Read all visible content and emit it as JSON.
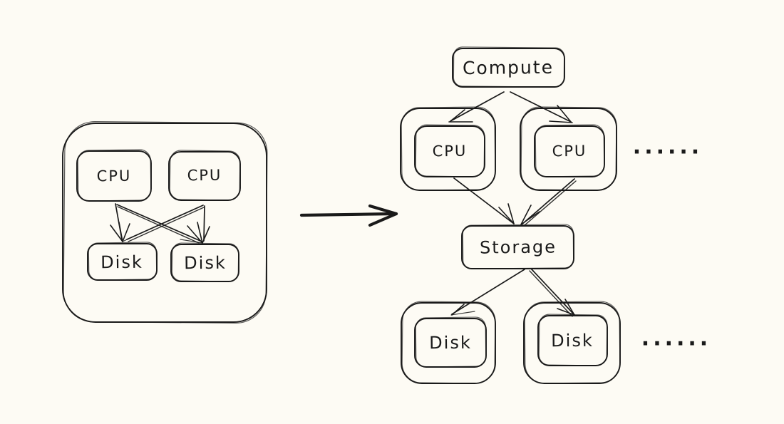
{
  "colors": {
    "background": "#fdfbf4",
    "stroke": "#1a1a1a"
  },
  "left_group": {
    "cpu_1": "CPU",
    "cpu_2": "CPU",
    "disk_1": "Disk",
    "disk_2": "Disk"
  },
  "right_group": {
    "compute": "Compute",
    "cpu_1": "CPU",
    "cpu_2": "CPU",
    "storage": "Storage",
    "disk_1": "Disk",
    "disk_2": "Disk",
    "cpu_ellipsis": "......",
    "disk_ellipsis": "......"
  }
}
